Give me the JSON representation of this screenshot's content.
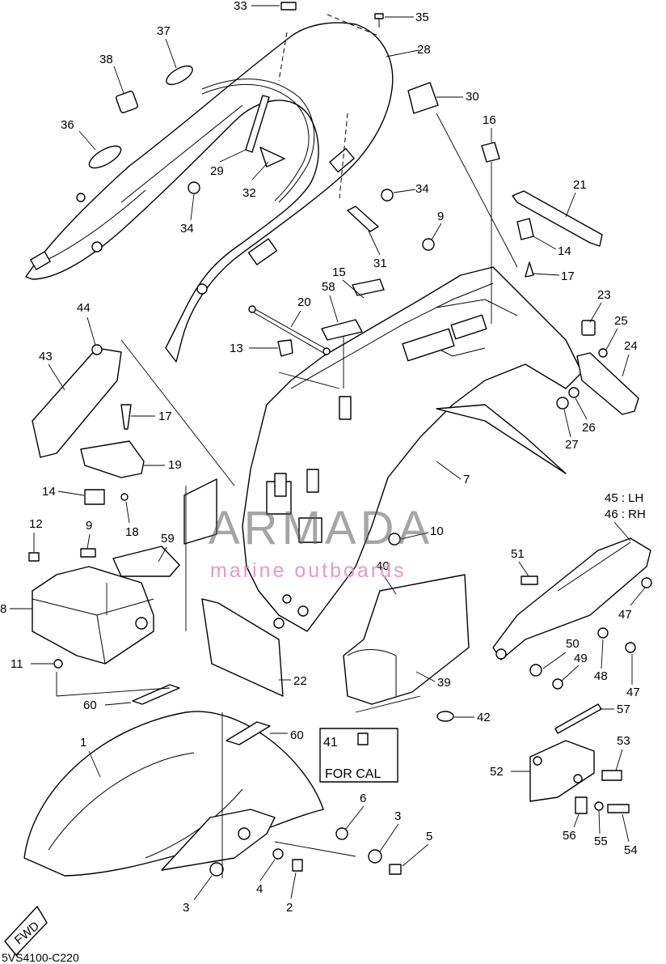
{
  "diagram_code": "5VS4100-C220",
  "watermark": {
    "brand": "ARMADA",
    "tagline": "marine outboards",
    "logo_color": "#e6a1cc",
    "text_color": "#5c5c5c"
  },
  "side_labels": {
    "lh": "45 : LH",
    "rh": "46 : RH"
  },
  "note_box": {
    "number": "41",
    "text": "FOR CAL"
  },
  "fwd_badge": "FWD",
  "callouts": {
    "c1": "1",
    "c2": "2",
    "c3a": "3",
    "c3b": "3",
    "c4": "4",
    "c5": "5",
    "c6": "6",
    "c7": "7",
    "c8": "8",
    "c9a": "9",
    "c9b": "9",
    "c10": "10",
    "c11": "11",
    "c12": "12",
    "c13": "13",
    "c14a": "14",
    "c14b": "14",
    "c15": "15",
    "c16": "16",
    "c17a": "17",
    "c17b": "17",
    "c18": "18",
    "c19": "19",
    "c20": "20",
    "c21": "21",
    "c22": "22",
    "c23": "23",
    "c24": "24",
    "c25": "25",
    "c26": "26",
    "c27": "27",
    "c28": "28",
    "c29": "29",
    "c30": "30",
    "c31": "31",
    "c32": "32",
    "c33": "33",
    "c34a": "34",
    "c34b": "34",
    "c35": "35",
    "c36": "36",
    "c37": "37",
    "c38": "38",
    "c39": "39",
    "c40": "40",
    "c42": "42",
    "c43": "43",
    "c44": "44",
    "c47a": "47",
    "c47b": "47",
    "c48": "48",
    "c49": "49",
    "c50": "50",
    "c51": "51",
    "c52": "52",
    "c53": "53",
    "c54": "54",
    "c55": "55",
    "c56": "56",
    "c57": "57",
    "c58": "58",
    "c59": "59",
    "c60a": "60",
    "c60b": "60"
  }
}
